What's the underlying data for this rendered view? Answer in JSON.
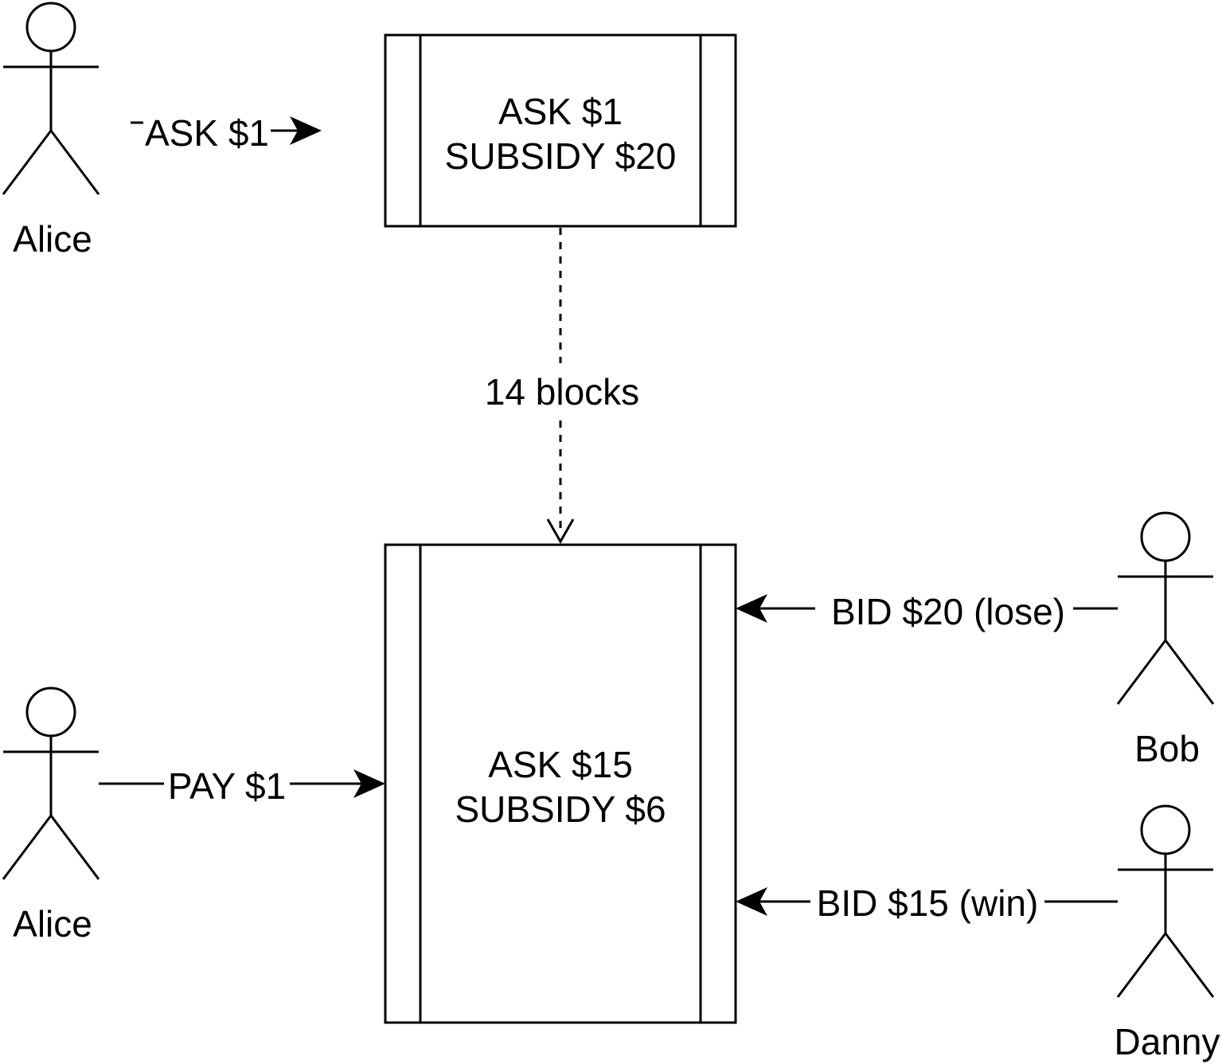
{
  "actors": {
    "alice_top": "Alice",
    "alice_bottom": "Alice",
    "bob": "Bob",
    "danny": "Danny"
  },
  "processes": {
    "top": {
      "line1": "ASK $1",
      "line2": "SUBSIDY $20"
    },
    "bottom": {
      "line1": "ASK $15",
      "line2": "SUBSIDY $6"
    }
  },
  "edges": {
    "alice_ask": "ASK $1",
    "delay": "14 blocks",
    "alice_pay": "PAY $1",
    "bob_bid": "BID $20 (lose)",
    "danny_bid": "BID $15 (win)"
  }
}
